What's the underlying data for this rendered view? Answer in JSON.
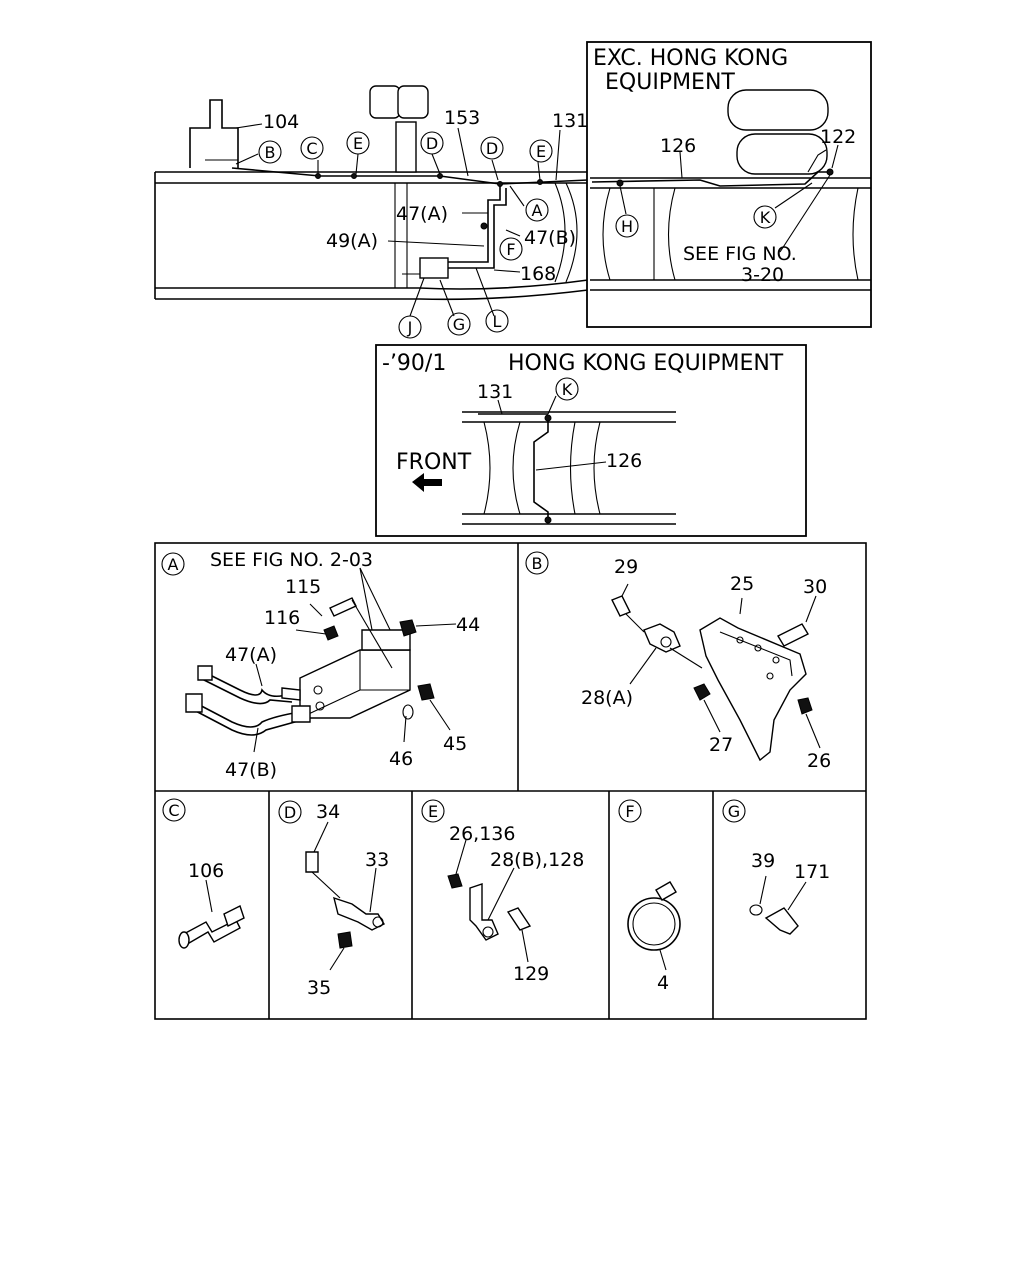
{
  "top": {
    "labels": {
      "l104": "104",
      "l153": "153",
      "l131": "131",
      "l47a": "47(A)",
      "l49a": "49(A)",
      "l47b": "47(B)",
      "l168": "168"
    },
    "callouts": [
      "B",
      "C",
      "E",
      "D",
      "D",
      "E",
      "A",
      "F",
      "J",
      "G",
      "L"
    ]
  },
  "exc_box": {
    "title_line1": "EXC. HONG KONG",
    "title_line2": "EQUIPMENT",
    "l126": "126",
    "l122": "122",
    "see_line1": "SEE FIG NO.",
    "see_line2": "3-20",
    "callouts": [
      "H",
      "K"
    ]
  },
  "hk_box": {
    "title_prefix": "-’90/1",
    "title": "HONG KONG EQUIPMENT",
    "l131": "131",
    "l126": "126",
    "front": "FRONT",
    "callout": "K"
  },
  "detail_a": {
    "letter": "A",
    "see": "SEE FIG NO. 2-03",
    "parts": [
      "115",
      "116",
      "44",
      "47(A)",
      "47(B)",
      "46",
      "45"
    ]
  },
  "detail_b": {
    "letter": "B",
    "parts": [
      "29",
      "25",
      "30",
      "28(A)",
      "27",
      "26"
    ]
  },
  "detail_c": {
    "letter": "C",
    "parts": [
      "106"
    ]
  },
  "detail_d": {
    "letter": "D",
    "parts": [
      "34",
      "33",
      "35"
    ]
  },
  "detail_e": {
    "letter": "E",
    "parts": [
      "26,136",
      "28(B),128",
      "129"
    ]
  },
  "detail_f": {
    "letter": "F",
    "parts": [
      "4"
    ]
  },
  "detail_g": {
    "letter": "G",
    "parts": [
      "39",
      "171"
    ]
  }
}
